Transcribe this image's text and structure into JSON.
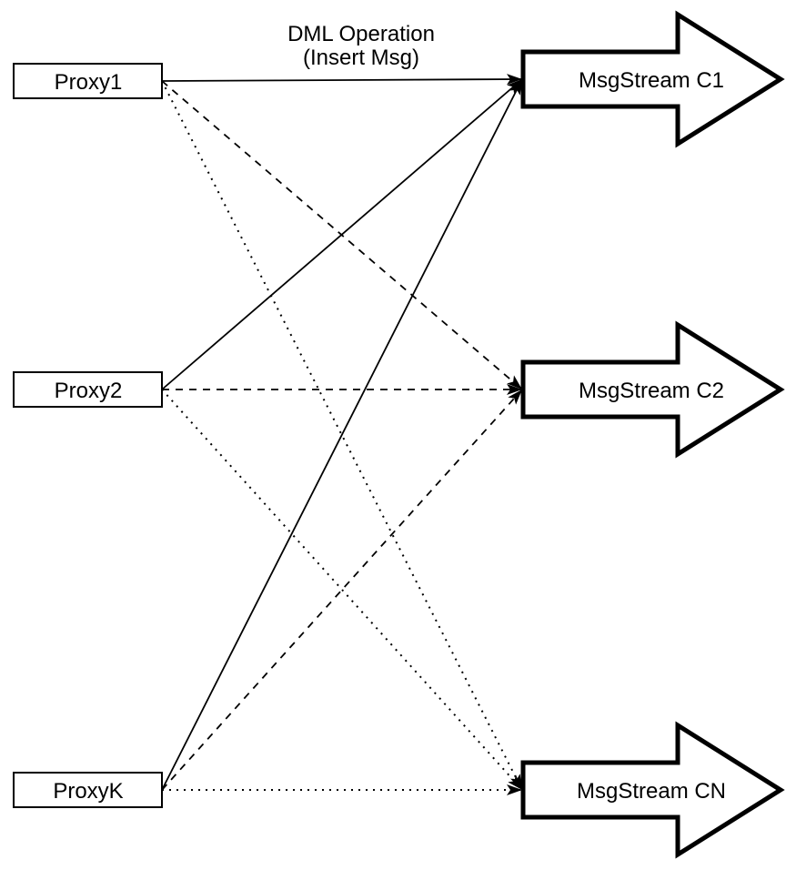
{
  "diagram": {
    "background_color": "#ffffff",
    "node_fill_color": "#ffffff",
    "stroke_color": "#000000",
    "title": {
      "line1": "DML Operation",
      "line2": "(Insert Msg)"
    },
    "proxies": [
      {
        "label": "Proxy1"
      },
      {
        "label": "Proxy2"
      },
      {
        "label": "ProxyK"
      }
    ],
    "streams": [
      {
        "label": "MsgStream C1"
      },
      {
        "label": "MsgStream C2"
      },
      {
        "label": "MsgStream CN"
      }
    ],
    "edges": [
      {
        "from": "Proxy1",
        "to": "MsgStream C1",
        "style": "solid"
      },
      {
        "from": "Proxy1",
        "to": "MsgStream C2",
        "style": "dashed"
      },
      {
        "from": "Proxy1",
        "to": "MsgStream CN",
        "style": "dotted"
      },
      {
        "from": "Proxy2",
        "to": "MsgStream C1",
        "style": "solid"
      },
      {
        "from": "Proxy2",
        "to": "MsgStream C2",
        "style": "dashed"
      },
      {
        "from": "Proxy2",
        "to": "MsgStream CN",
        "style": "dotted"
      },
      {
        "from": "ProxyK",
        "to": "MsgStream C1",
        "style": "solid"
      },
      {
        "from": "ProxyK",
        "to": "MsgStream C2",
        "style": "dashed"
      },
      {
        "from": "ProxyK",
        "to": "MsgStream CN",
        "style": "dotted"
      }
    ]
  }
}
